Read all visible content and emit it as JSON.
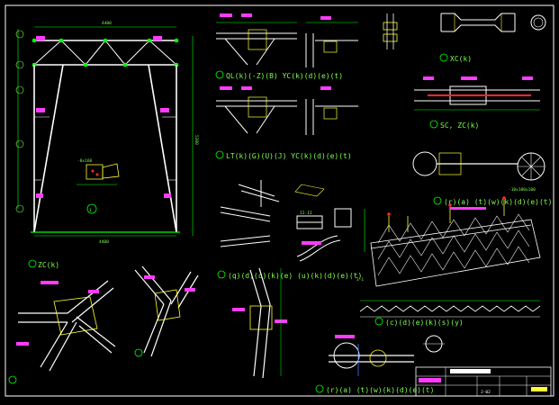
{
  "colors": {
    "background": "#000000",
    "structure": "#ffffff",
    "dimension": "#00ff00",
    "text_green": "#7cff4c",
    "annotation": "#ff3cff",
    "highlight_red": "#ff2a2a",
    "cyan": "#00e5ff",
    "yellow": "#ffff33",
    "blue": "#3c78ff"
  },
  "drawing": {
    "frame_label": "1-1",
    "views": [
      {
        "key": "zc_detail_a",
        "title": "QL(k)(-Z)(B) YC(k)(d)(e)(t)"
      },
      {
        "key": "zc_detail_b",
        "title": "LT(k)(G)(U)(J) YC(k)(d)(e)(t)"
      },
      {
        "key": "xc",
        "title": "XC(k)"
      },
      {
        "key": "sc_zc",
        "title": "SC, ZC(k)"
      },
      {
        "key": "roof_plan",
        "title": "(r)(a) (t)(w)(k)(d)(e)(t)"
      },
      {
        "key": "purlin_detail",
        "title": "(q)(d)(c)(k)(e) (u)(k)(d)(e)(t)"
      },
      {
        "key": "cladding",
        "title": "(c)(d)(e)(k)(s)(y)"
      },
      {
        "key": "bottom_detail",
        "title": "(r)(a) (t)(w)(k)(d)(e)(t)"
      },
      {
        "key": "zc_joint",
        "title": "ZC(k)"
      }
    ],
    "title_block": {
      "drawing_no": "J-02"
    }
  }
}
